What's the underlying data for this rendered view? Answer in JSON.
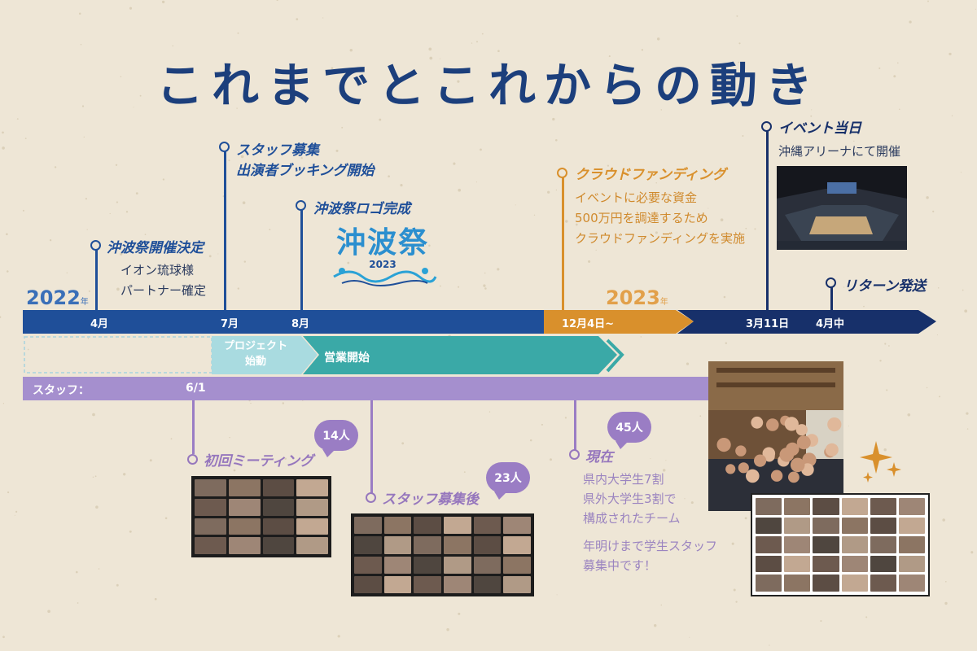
{
  "title": "これまでとこれからの動き",
  "years": {
    "y2022": "2022",
    "y2023": "2023",
    "suffix": "年"
  },
  "months": [
    "4月",
    "7月",
    "8月",
    "12月4日~",
    "3月11日",
    "4月中"
  ],
  "phases": {
    "project_start": "プロジェクト\n始動",
    "sales_start": "営業開始",
    "staff_label": "スタッフ：",
    "staff_date": "6/1"
  },
  "events": {
    "decision": {
      "title": "沖波祭開催決定",
      "lines": [
        "イオン琉球様",
        "パートナー確定"
      ]
    },
    "staff_recruit": {
      "title_lines": [
        "スタッフ募集",
        "出演者ブッキング開始"
      ]
    },
    "logo_done": {
      "title": "沖波祭ロゴ完成"
    },
    "crowdfunding": {
      "title": "クラウドファンディング",
      "lines": [
        "イベントに必要な資金",
        "500万円を調達するため",
        "クラウドファンディングを実施"
      ]
    },
    "event_day": {
      "title": "イベント当日",
      "lines": [
        "沖縄アリーナにて開催"
      ]
    },
    "return": {
      "title": "リターン発送"
    }
  },
  "logo": {
    "text": "沖波祭",
    "year": "2023"
  },
  "staff_events": {
    "first_meeting": {
      "title": "初回ミーティング",
      "count": "14人"
    },
    "after_recruit": {
      "title": "スタッフ募集後",
      "count": "23人"
    },
    "now": {
      "title": "現在",
      "count": "45人",
      "lines": [
        "県内大学生7割",
        "県外大学生3割で",
        "構成されたチーム"
      ],
      "note_lines": [
        "年明けまで学生スタッフ",
        "募集中です！"
      ]
    }
  },
  "colors": {
    "navy": "#17306a",
    "blue": "#1f4f99",
    "orange": "#d9902c",
    "teal": "#3aa9a7",
    "light_teal": "#a9dbe0",
    "purple": "#9a7dc4",
    "background": "#eee6d6"
  },
  "icons": [
    "sparkle-icon"
  ]
}
